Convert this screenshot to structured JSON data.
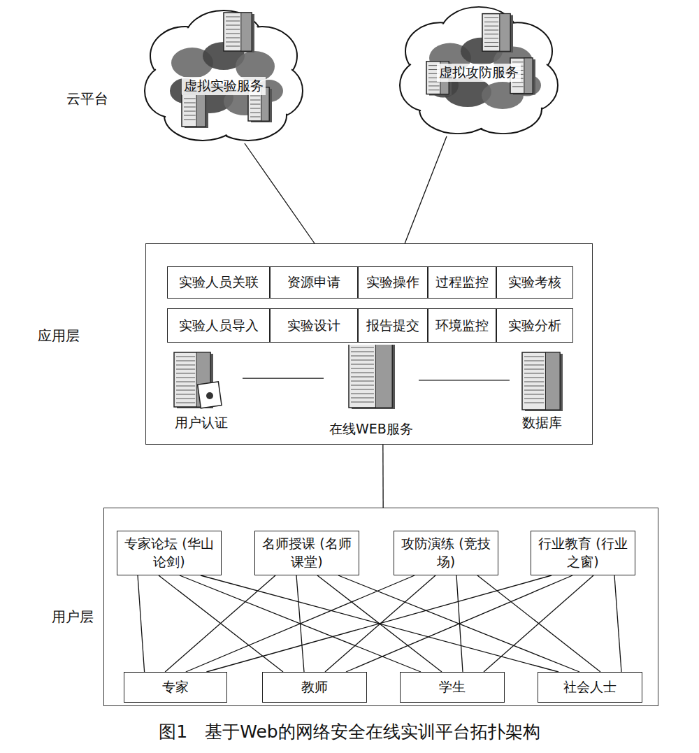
{
  "diagram": {
    "caption": "图1　基于Web的网络安全在线实训平台拓扑架构",
    "nodes": [
      {
        "text": [
          "虚拟实验服务"
        ]
      },
      {
        "text": [
          "虚拟攻防服务"
        ]
      },
      {
        "text": [
          "应用层"
        ]
      },
      {
        "text": [
          "实验人员关联"
        ],
        "in": 2
      },
      {
        "text": [
          "资源申请"
        ],
        "in": 2
      },
      {
        "text": [
          "实验操作"
        ],
        "in": 2
      },
      {
        "text": [
          "过程监控"
        ],
        "in": 2
      },
      {
        "text": [
          "实验考核"
        ],
        "in": 2
      },
      {
        "text": [
          "实验人员导入"
        ],
        "in": 2
      },
      {
        "text": [
          "实验设计"
        ],
        "in": 2
      },
      {
        "text": [
          "报告提交"
        ],
        "in": 2
      },
      {
        "text": [
          "环境监控"
        ],
        "in": 2
      },
      {
        "text": [
          "实验分析"
        ],
        "in": 2
      },
      {
        "text": [
          "用户认证"
        ],
        "in": 2
      },
      {
        "text": [
          "在线WEB服务"
        ],
        "in": 2
      },
      {
        "text": [
          "数据库"
        ],
        "in": 2
      },
      {
        "text": [
          "用户层"
        ]
      },
      {
        "text": [
          "专家论坛 (华山论剑)"
        ],
        "in": 16
      },
      {
        "text": [
          "名师授课 (名师课堂)"
        ],
        "in": 16
      },
      {
        "text": [
          "攻防演练 (竞技场)"
        ],
        "in": 16
      },
      {
        "text": [
          "行业教育 (行业之窗)"
        ],
        "in": 16
      },
      {
        "text": [
          "专家"
        ],
        "in": 16
      },
      {
        "text": [
          "教师"
        ],
        "in": 16
      },
      {
        "text": [
          "学生"
        ],
        "in": 16
      },
      {
        "text": [
          "社会人士"
        ],
        "in": 16
      }
    ],
    "edges": [
      {
        "from": 0,
        "to": 2,
        "arrow": "none"
      },
      {
        "from": 1,
        "to": 2,
        "arrow": "none"
      },
      {
        "from": 13,
        "to": 14,
        "arrow": "none"
      },
      {
        "from": 14,
        "to": 15,
        "arrow": "none"
      },
      {
        "from": 2,
        "to": 16,
        "arrow": "none"
      },
      {
        "from": 17,
        "to": 21,
        "arrow": "none"
      },
      {
        "from": 17,
        "to": 22,
        "arrow": "none"
      },
      {
        "from": 17,
        "to": 23,
        "arrow": "none"
      },
      {
        "from": 17,
        "to": 24,
        "arrow": "none"
      },
      {
        "from": 18,
        "to": 21,
        "arrow": "none"
      },
      {
        "from": 18,
        "to": 22,
        "arrow": "none"
      },
      {
        "from": 18,
        "to": 23,
        "arrow": "none"
      },
      {
        "from": 18,
        "to": 24,
        "arrow": "none"
      },
      {
        "from": 19,
        "to": 21,
        "arrow": "none"
      },
      {
        "from": 19,
        "to": 22,
        "arrow": "none"
      },
      {
        "from": 19,
        "to": 23,
        "arrow": "none"
      },
      {
        "from": 19,
        "to": 24,
        "arrow": "none"
      },
      {
        "from": 20,
        "to": 21,
        "arrow": "none"
      },
      {
        "from": 20,
        "to": 22,
        "arrow": "none"
      },
      {
        "from": 20,
        "to": 23,
        "arrow": "none"
      },
      {
        "from": 20,
        "to": 24,
        "arrow": "none"
      }
    ],
    "labels": [
      "云平台"
    ]
  }
}
